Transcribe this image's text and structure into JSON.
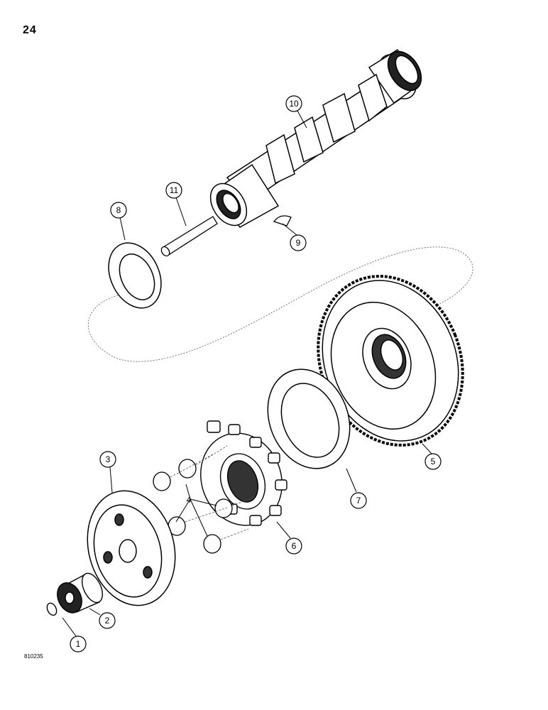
{
  "page": {
    "number": "24",
    "figure_id": "810235"
  },
  "callouts": [
    {
      "label": "1"
    },
    {
      "label": "2"
    },
    {
      "label": "3"
    },
    {
      "label": "4"
    },
    {
      "label": "5"
    },
    {
      "label": "6"
    },
    {
      "label": "7"
    },
    {
      "label": "8"
    },
    {
      "label": "9"
    },
    {
      "label": "10"
    },
    {
      "label": "11"
    }
  ]
}
